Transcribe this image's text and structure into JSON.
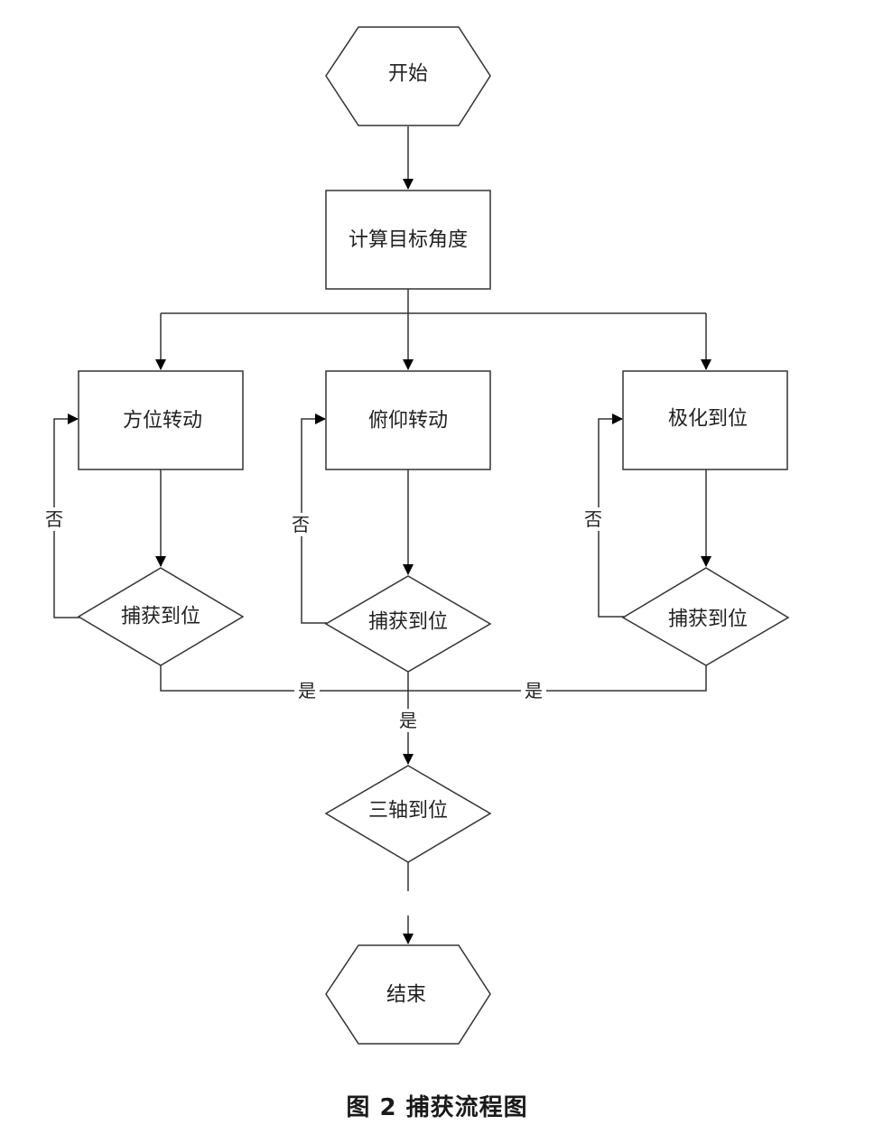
{
  "nodes": {
    "start": "开始",
    "compute": "计算目标角度",
    "azimuth": "方位转动",
    "pitch": "俯仰转动",
    "polarization": "极化到位",
    "capture_1": "捕获到位",
    "capture_2": "捕获到位",
    "capture_3": "捕获到位",
    "three_axis": "三轴到位",
    "end": "结束"
  },
  "edge_labels": {
    "no_1": "否",
    "no_2": "否",
    "no_3": "否",
    "yes_1": "是",
    "yes_2": "是",
    "yes_3": "是"
  },
  "caption": "图 2   捕获流程图"
}
